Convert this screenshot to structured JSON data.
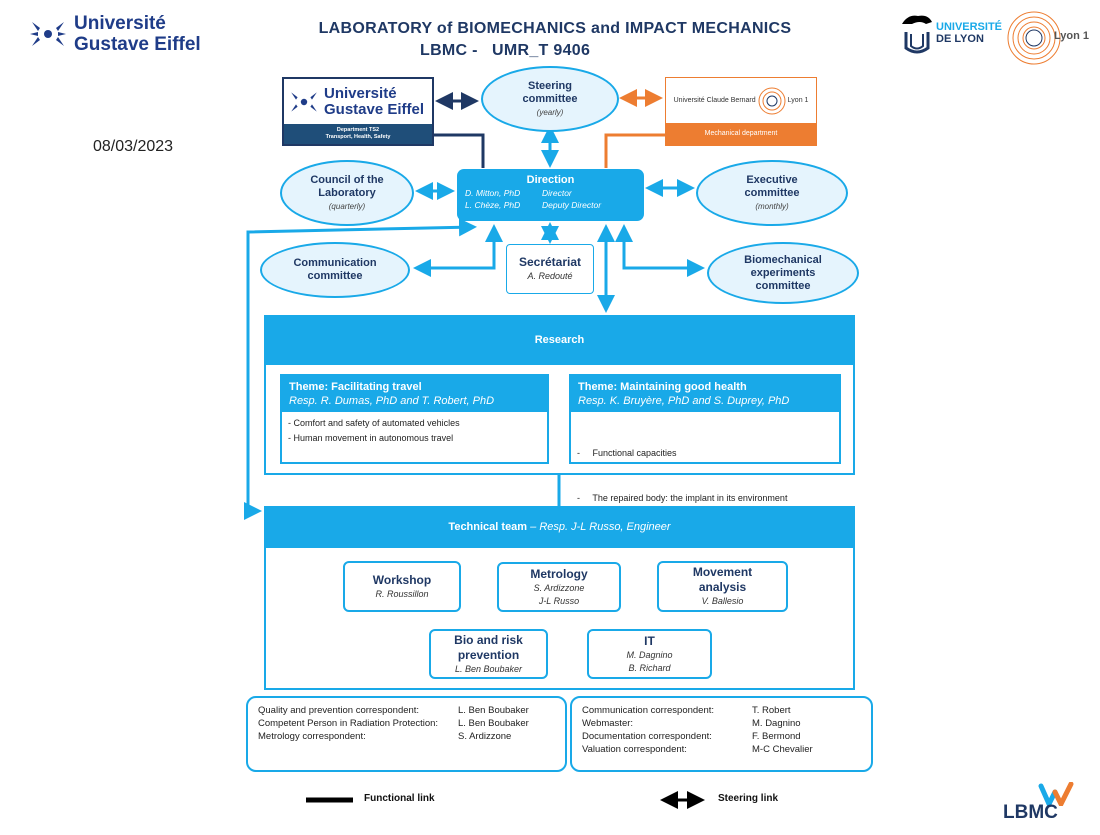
{
  "header": {
    "title_line1": "LABORATORY of BIOMECHANICS and IMPACT MECHANICS",
    "title_line2": "LBMC -   UMR_T 9406",
    "date": "08/03/2023"
  },
  "logos": {
    "uge_line1": "Université",
    "uge_line2": "Gustave Eiffel",
    "udl_line1": "UNIVERSITÉ",
    "udl_line2": "DE LYON",
    "lyon1": "Lyon 1",
    "ucbl_text": "Université Claude Bernard",
    "ucbl_lyon1": "Lyon 1",
    "lbmc": "LBMC"
  },
  "partners": {
    "uge_department": "Department TS2",
    "uge_department_sub": "Transport, Health,  Safety",
    "ucbl_department": "Mechanical department"
  },
  "steering": {
    "name_line1": "Steering",
    "name_line2": "committee",
    "freq": "(yearly)"
  },
  "council": {
    "name_line1": "Council of the",
    "name_line2": "Laboratory",
    "freq": "(quarterly)"
  },
  "executive": {
    "name_line1": "Executive",
    "name_line2": "committee",
    "freq": "(monthly)"
  },
  "communication": {
    "name_line1": "Communication",
    "name_line2": "committee"
  },
  "biomech": {
    "name_line1": "Biomechanical",
    "name_line2": "experiments",
    "name_line3": "committee"
  },
  "direction": {
    "title": "Direction",
    "person1": "D. Mitton, PhD",
    "role1": "Director",
    "person2": "L. Chèze, PhD",
    "role2": "Deputy Director"
  },
  "secretariat": {
    "title": "Secrétariat",
    "person": "A. Redouté"
  },
  "research": {
    "title": "Research",
    "theme1": {
      "title": "Theme: Facilitating travel",
      "resp": "Resp. R. Dumas, PhD and T. Robert, PhD",
      "items": [
        "- Comfort and safety of automated vehicles",
        "- Human movement  in autonomous travel"
      ]
    },
    "theme2": {
      "title": "Theme: Maintaining good health",
      "resp": "Resp. K. Bruyère,  PhD and S. Duprey,  PhD",
      "items": [
        "-     Functional capacities",
        "-     The repaired body: the implant in its environment"
      ]
    }
  },
  "technical": {
    "title": "Technical team",
    "resp": " – Resp. J-L Russo, Engineer",
    "workshop": {
      "name": "Workshop",
      "p1": "R. Roussillon"
    },
    "metrology": {
      "name": "Metrology",
      "p1": "S. Ardizzone",
      "p2": "J-L Russo"
    },
    "movement": {
      "name_line1": "Movement",
      "name_line2": "analysis",
      "p1": "V. Ballesio"
    },
    "bio": {
      "name_line1": "Bio and risk",
      "name_line2": "prevention",
      "p1": "L. Ben Boubaker"
    },
    "it": {
      "name": "IT",
      "p1": "M. Dagnino",
      "p2": "B. Richard"
    }
  },
  "correspondents_left": [
    {
      "role": "Quality and prevention correspondent:",
      "person": "L. Ben Boubaker"
    },
    {
      "role": "Competent  Person in Radiation Protection:",
      "person": "L. Ben Boubaker"
    },
    {
      "role": "Metrology correspondent:",
      "person": "S. Ardizzone"
    }
  ],
  "correspondents_right": [
    {
      "role": "Communication correspondent:",
      "person": "T. Robert"
    },
    {
      "role": "Webmaster:",
      "person": "M. Dagnino"
    },
    {
      "role": "Documentation correspondent:",
      "person": "F. Bermond"
    },
    {
      "role": "Valuation correspondent:",
      "person": "M-C Chevalier"
    }
  ],
  "legend": {
    "functional": "Functional link",
    "steering": "Steering link"
  },
  "colors": {
    "accent": "#19a9e8",
    "navy": "#1f3864",
    "orange": "#ed7d31",
    "light": "#e5f4fd"
  }
}
